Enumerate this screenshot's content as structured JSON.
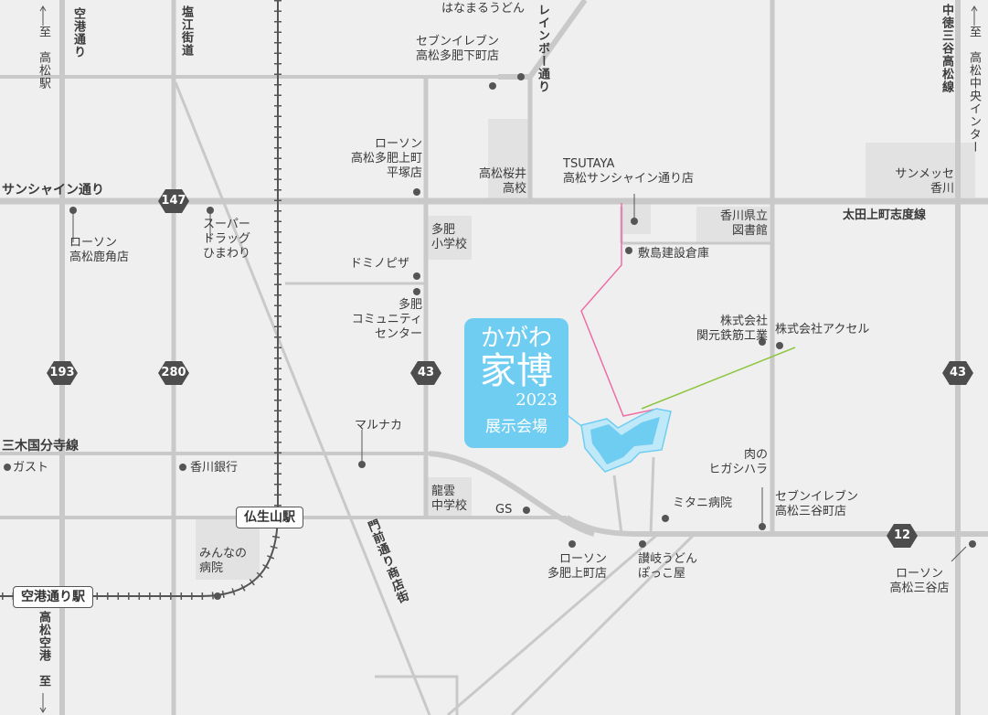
{
  "roads": {
    "sunshine": "サンシャイン通り",
    "ota_shidoline": "太田上町志度線",
    "miki_kokubunji": "三木国分寺線",
    "kuko_dori": "空港通り",
    "shioe_kaido": "塩江街道",
    "rainbow": "レインボー通り",
    "chutoku": "中徳三谷高松線",
    "monzen": "門前通り商店街"
  },
  "directions": {
    "to_takamatsu_station": "至　高松駅",
    "to_airport": "高松空港　至",
    "to_interchange": "至　高松中央インター"
  },
  "route_badges": {
    "r147": "147",
    "r193": "193",
    "r280": "280",
    "r43_left": "43",
    "r43_right": "43",
    "r12": "12"
  },
  "stations": {
    "busshozan": "仏生山駅",
    "kuko_dori_eki": "空港通り駅"
  },
  "venue": {
    "line1": "かがわ",
    "line2": "家博",
    "year": "2023",
    "line3": "展示会場",
    "color": "#6fcdf2"
  },
  "places": {
    "hanamaru": "はなまるうどん",
    "seven_tahi_shimo": "セブンイレブン\n高松多肥下町店",
    "lawson_hiratsuka": "ローソン\n高松多肥上町\n平塚店",
    "sakurai_hs": "高松桜井\n高校",
    "tsutaya": "TSUTAYA\n高松サンシャイン通り店",
    "sunmesse": "サンメッセ\n香川",
    "kagawa_library": "香川県立\n図書館",
    "shikishima": "敷島建設倉庫",
    "tahi_es": "多肥\n小学校",
    "domino": "ドミノピザ",
    "tahi_community": "多肥\nコミュニティ\nセンター",
    "lawson_kanozumi": "ローソン\n高松鹿角店",
    "super_himawari": "スーパー\nドラッグ\nひまわり",
    "kangen": "株式会社\n関元鉄筋工業",
    "accel": "株式会社アクセル",
    "marunaka": "マルナカ",
    "gusto": "ガスト",
    "kagawa_bank": "香川銀行",
    "ryuun_jhs": "龍雲\n中学校",
    "gs": "GS",
    "higashihara": "肉の\nヒガシハラ",
    "mitani_hospital": "ミタニ病院",
    "seven_mitani": "セブンイレブン\n高松三谷町店",
    "minna_hospital": "みんなの\n病院",
    "lawson_tahi_kami": "ローソン\n多肥上町店",
    "sanuki_udon": "讃岐うどん\nぽっこ屋",
    "lawson_mitani": "ローソン\n高松三谷店"
  },
  "colors": {
    "road": "#c9c9c9",
    "route_pink": "#ee6fa5",
    "route_green": "#8cc63f",
    "badge": "#4d4d4d"
  }
}
